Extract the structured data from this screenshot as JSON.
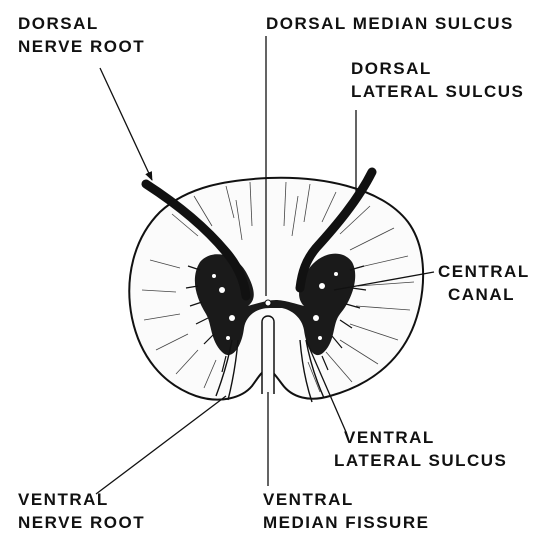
{
  "labels": {
    "dorsal_nerve_root": [
      "DORSAL",
      "NERVE ROOT"
    ],
    "dorsal_median_sulcus": [
      "DORSAL MEDIAN SULCUS"
    ],
    "dorsal_lateral_sulcus": [
      "DORSAL",
      "LATERAL SULCUS"
    ],
    "central_canal": [
      "CENTRAL",
      "CANAL"
    ],
    "ventral_lateral_sulcus": [
      "VENTRAL",
      "LATERAL SULCUS"
    ],
    "ventral_nerve_root": [
      "VENTRAL",
      "NERVE ROOT"
    ],
    "ventral_median_fissure": [
      "VENTRAL",
      "MEDIAN FISSURE"
    ]
  }
}
